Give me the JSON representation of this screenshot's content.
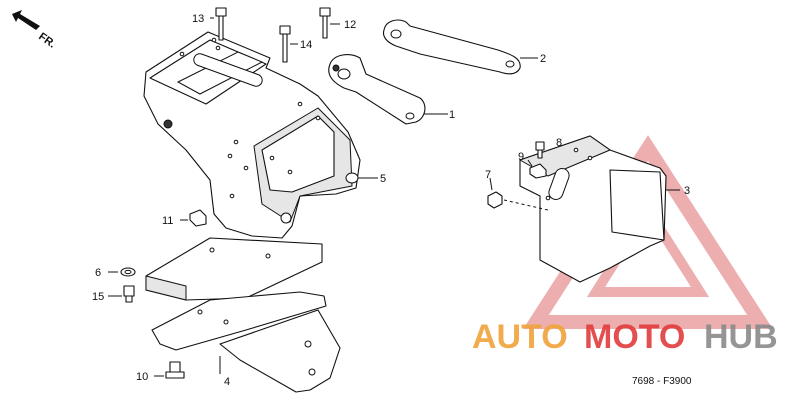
{
  "direction_label": "FR.",
  "callouts": {
    "c1": "1",
    "c2": "2",
    "c3": "3",
    "c4": "4",
    "c5": "5",
    "c6": "6",
    "c7": "7",
    "c8": "8",
    "c9": "9",
    "c10": "10",
    "c11": "11",
    "c12": "12",
    "c13": "13",
    "c14": "14",
    "c15": "15"
  },
  "watermark": {
    "auto": "AUTO",
    "moto": "MOTO",
    "hub": "HUB"
  },
  "drawing_ref": "7698 - F3900",
  "colors": {
    "watermark_red": "#e23b3b",
    "watermark_orange": "#f0a33a",
    "watermark_gray": "#8a8a8a"
  }
}
